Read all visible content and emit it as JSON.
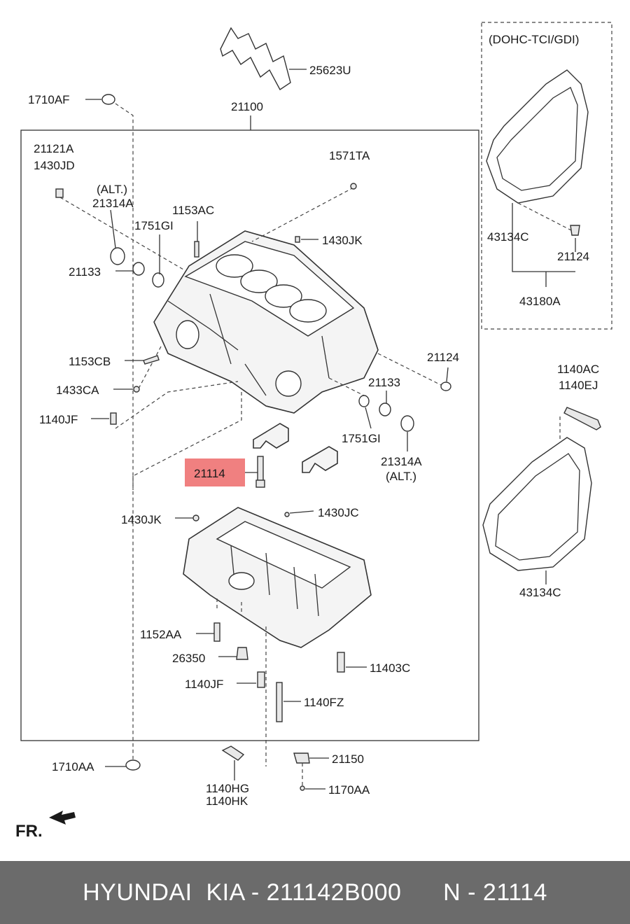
{
  "labels": {
    "dohc": "(DOHC-TCI/GDI)",
    "p25623U": "25623U",
    "p1710AF": "1710AF",
    "p21100": "21100",
    "p21121A": "21121A",
    "p1430JD": "1430JD",
    "p1571TA": "1571TA",
    "alt1": "(ALT.)",
    "p21314A_top": "21314A",
    "p1153AC": "1153AC",
    "p1751GI_top": "1751GI",
    "p1430JK_top": "1430JK",
    "p21133_left": "21133",
    "p43134C_top": "43134C",
    "p21124_top": "21124",
    "p43180A": "43180A",
    "p1153CB": "1153CB",
    "p21124_mid": "21124",
    "p1433CA": "1433CA",
    "p21133_right": "21133",
    "p1140AC": "1140AC",
    "p1140EJ": "1140EJ",
    "p1140JF_top": "1140JF",
    "p1751GI_bot": "1751GI",
    "p21114": "21114",
    "p21314A_bot": "21314A",
    "alt2": "(ALT.)",
    "p1430JK_bot": "1430JK",
    "p1430JC": "1430JC",
    "p43134C_bot": "43134C",
    "p1152AA": "1152AA",
    "p26350": "26350",
    "p11403C": "11403C",
    "p1140JF_bot": "1140JF",
    "p1140FZ": "1140FZ",
    "p1710AA": "1710AA",
    "p21150": "21150",
    "p1140HG": "1140HG",
    "p1140HK": "1140HK",
    "p1170AA": "1170AA",
    "fr": "FR."
  },
  "highlight_color": "#f08080",
  "footer": {
    "text": "HYUNDAI  KIA - 211142B000      N - 21114"
  }
}
